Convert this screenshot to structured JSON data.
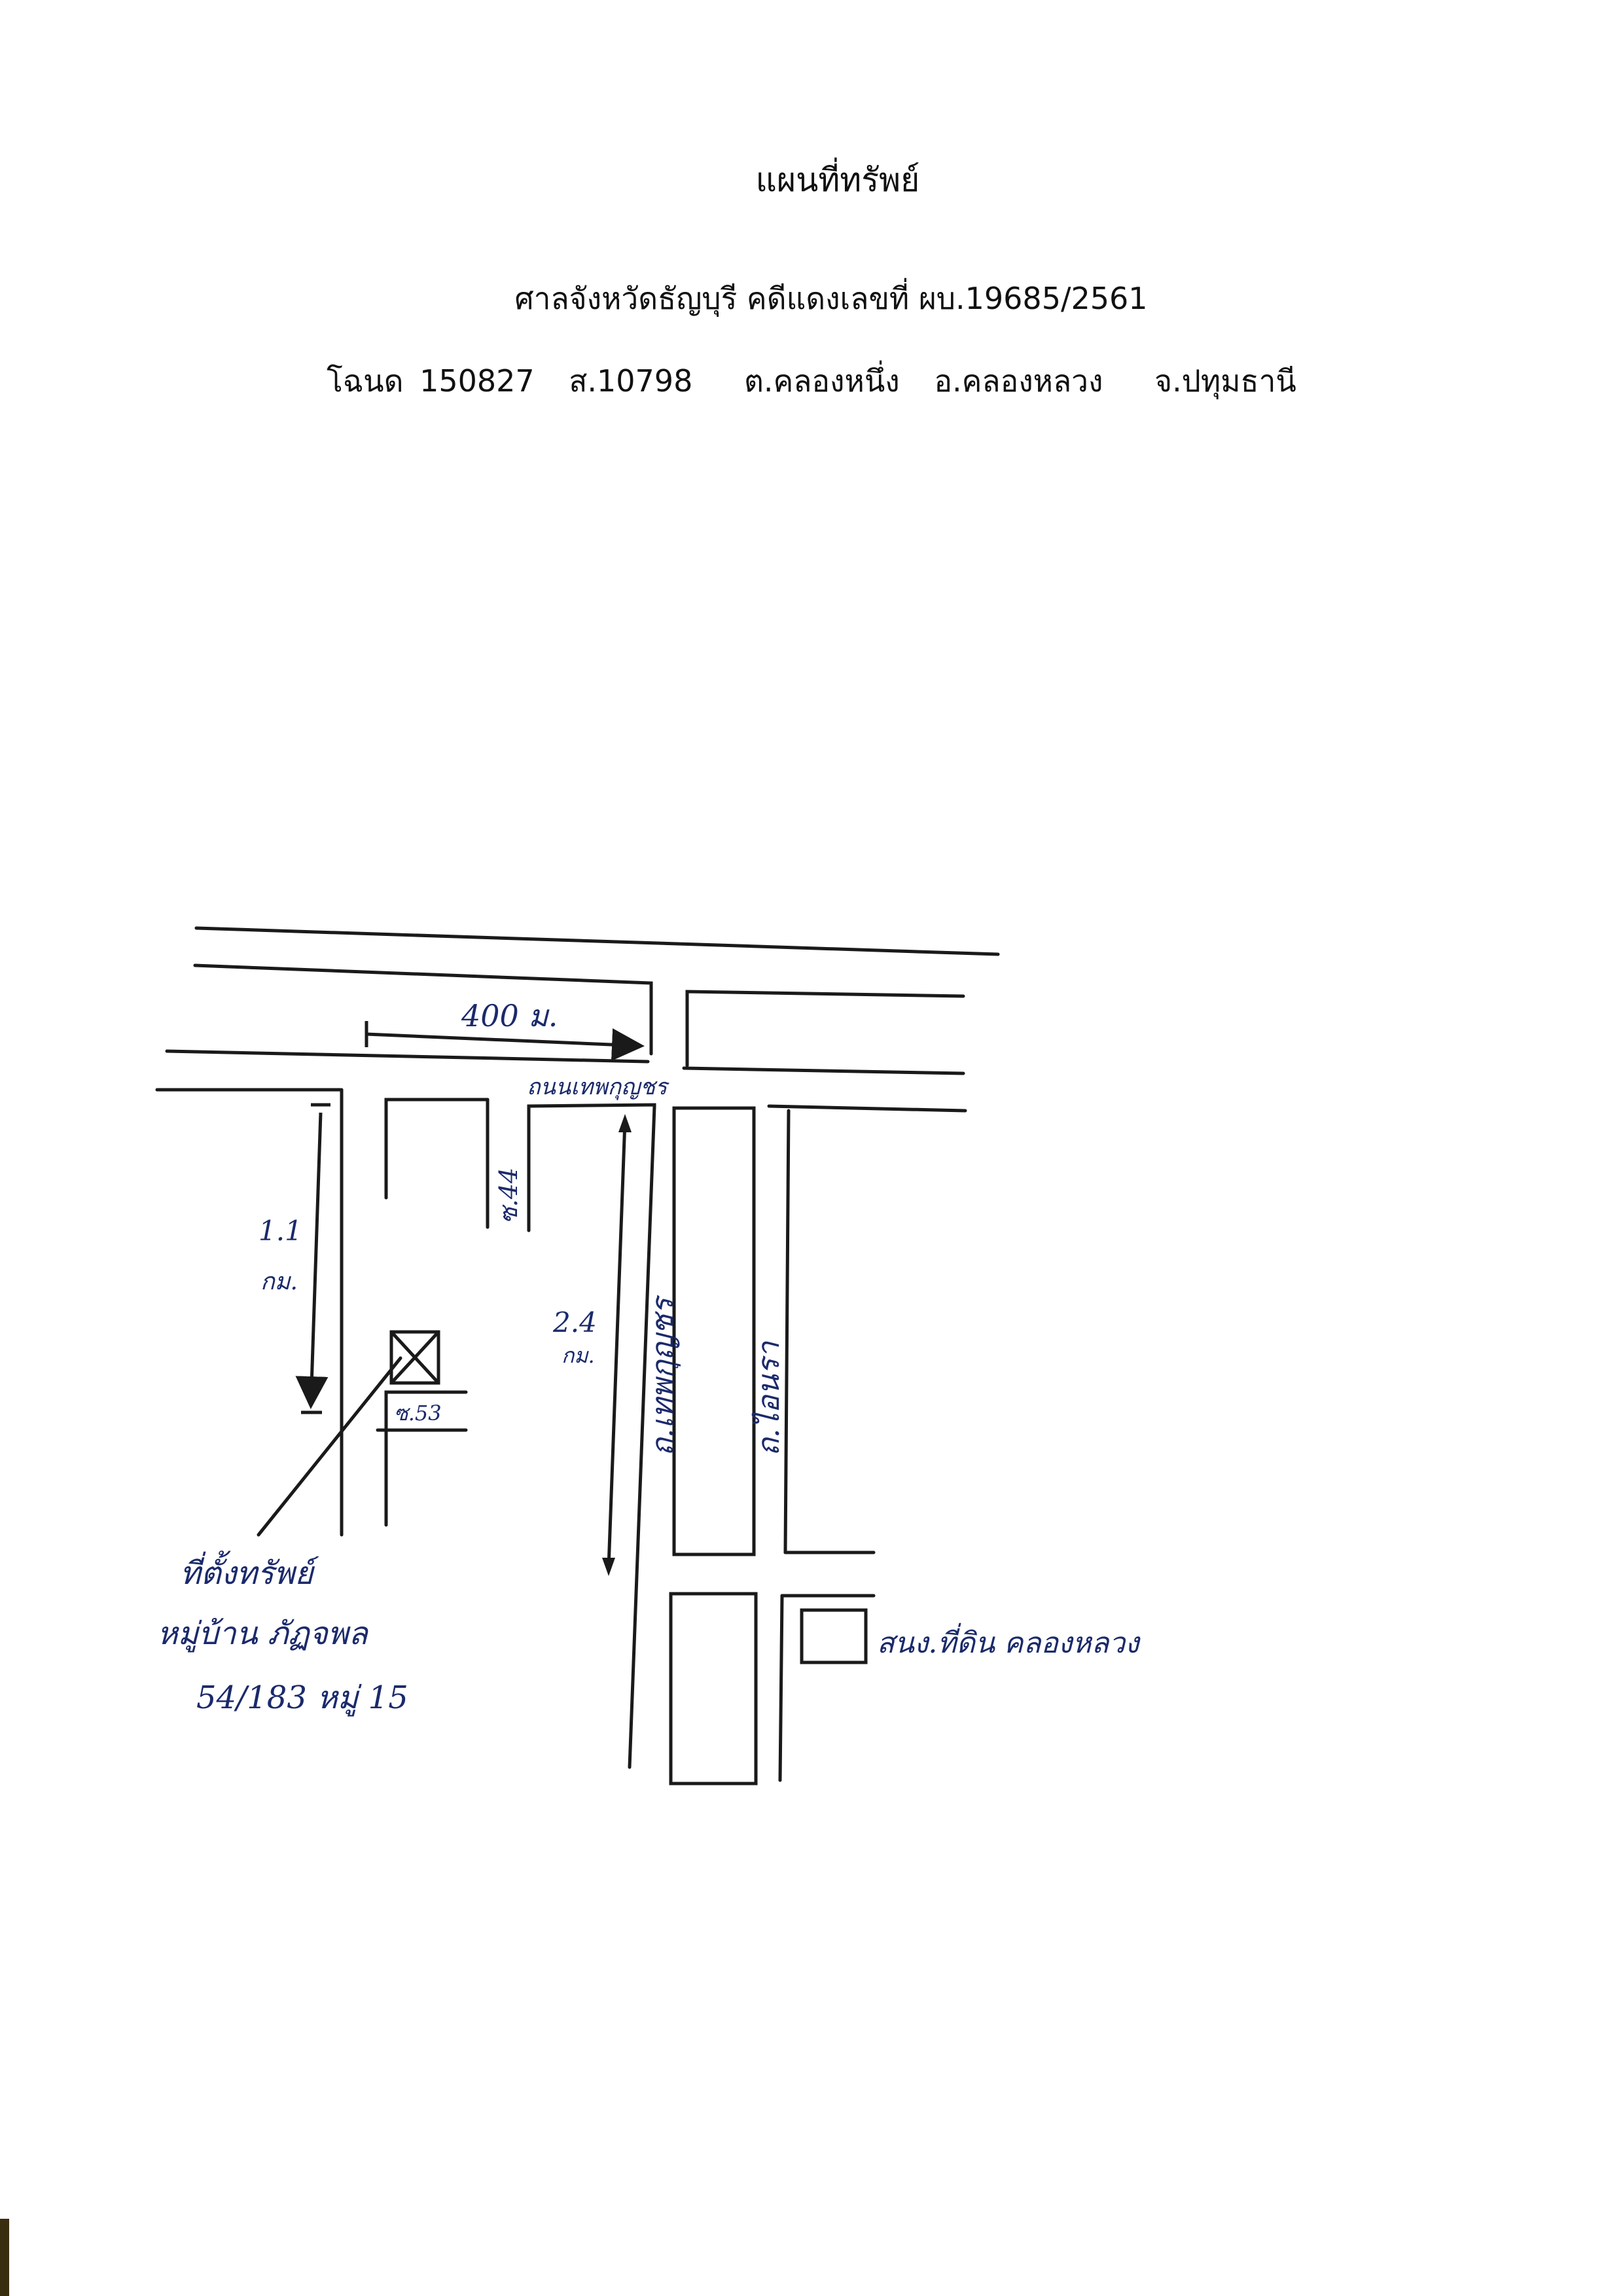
{
  "document": {
    "title": "แผนที่ทรัพย์",
    "court_line": "ศาลจังหวัดธัญบุรี  คดีแดงเลขที่ ผบ.19685/2561",
    "deed": {
      "deed_no": "โฉนด 150827",
      "survey_no": "ส.10798",
      "subdistrict": "ต.คลองหนึ่ง",
      "district": "อ.คลองหลวง",
      "province": "จ.ปทุมธานี"
    }
  },
  "map": {
    "main_road_label": "ถนนเทพกุญชร",
    "distance_top": "400 ม.",
    "distance_left_value": "1.1",
    "distance_left_unit": "กม.",
    "distance_mid_value": "2.4",
    "distance_mid_unit": "กม.",
    "soi_44": "ซ.44",
    "soi_53": "ซ.53",
    "road_thepkunchon": "ถ.เทพกุญชร",
    "road_other": "ถ.ไอนรา",
    "property_location_label": "ที่ตั้งทรัพย์",
    "village_name": "หมู่บ้าน ภัฏจพล",
    "house_address": "54/183  หมู่ 15",
    "landmark_label": "สนง.ที่ดิน คลองหลวง"
  },
  "colors": {
    "ink_print": "#111111",
    "ink_hand": "#1b2a6b"
  }
}
